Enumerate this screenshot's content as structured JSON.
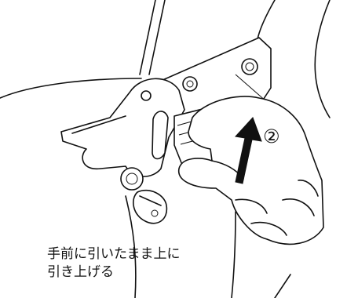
{
  "step_number": "②",
  "caption": {
    "line1": "手前に引いたまま上に",
    "line2": "引き上げる"
  },
  "icons": [
    "hand-icon",
    "key-icon",
    "arrow-up-icon",
    "lock-icon"
  ]
}
